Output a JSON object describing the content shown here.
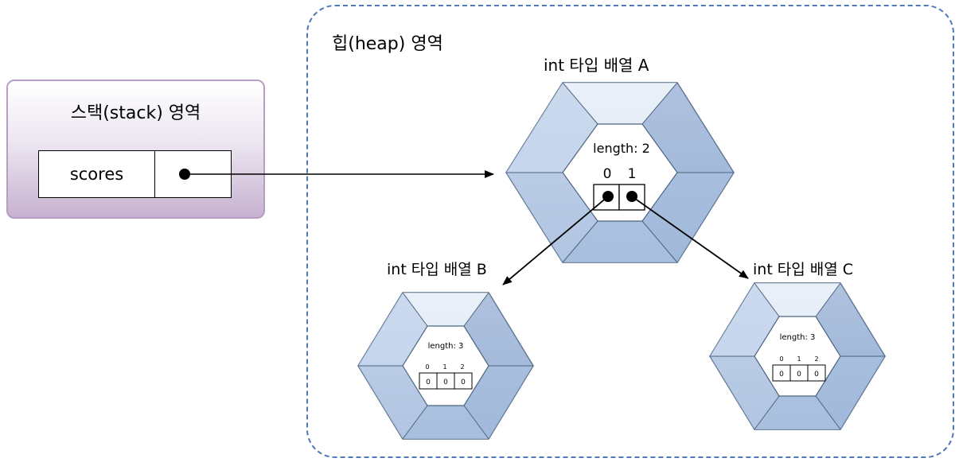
{
  "stack": {
    "title": "스택(stack) 영역",
    "variable": "scores"
  },
  "heap": {
    "title": "힙(heap) 영역",
    "array_a": {
      "title": "int 타입 배열 A",
      "length_label": "length: 2",
      "indices": [
        "0",
        "1"
      ]
    },
    "array_b": {
      "title": "int 타입 배열 B",
      "length_label": "length: 3",
      "indices": [
        "0",
        "1",
        "2"
      ],
      "values": [
        "0",
        "0",
        "0"
      ]
    },
    "array_c": {
      "title": "int 타입 배열 C",
      "length_label": "length: 3",
      "indices": [
        "0",
        "1",
        "2"
      ],
      "values": [
        "0",
        "0",
        "0"
      ]
    }
  },
  "colors": {
    "hex_light": "#e6eef8",
    "hex_dark": "#9ab3d6",
    "hex_edge": "#4d6482",
    "stack_border": "#b79cc4",
    "heap_border": "#4f79b7"
  }
}
